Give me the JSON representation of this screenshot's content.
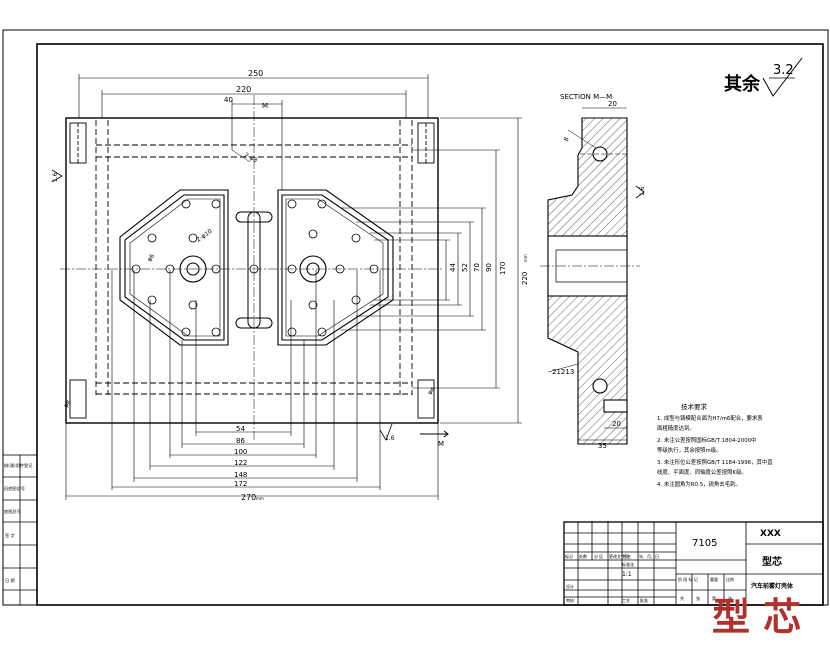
{
  "roughness": {
    "prefix": "其余",
    "value": "3.2"
  },
  "section_label": "SECTION M—M",
  "cut_marker": "M",
  "dims_top": {
    "d250": "250",
    "d220": "220",
    "d40": "40"
  },
  "dims_bottom": {
    "d54": "54",
    "d86": "86",
    "d100": "100",
    "d122": "122",
    "d148": "148",
    "d172": "172",
    "d270": "270",
    "unit": "mm"
  },
  "dims_right": {
    "d44": "44",
    "d52": "52",
    "d70": "70",
    "d90": "90",
    "d170": "170",
    "d220": "220",
    "unit": "mm"
  },
  "dims_section": {
    "d20_top": "20",
    "d20_bottom": "20",
    "d35": "35",
    "d8": "8",
    "d21213": "21213"
  },
  "hole_labels": {
    "h1": "2-φ8",
    "h2": "φ6",
    "h3": "2-φ10",
    "h4": "φ6",
    "h5": "φ6"
  },
  "rough_small": {
    "r16a": "1.6",
    "r16b": "1.6",
    "r16c": "1.6"
  },
  "notes": {
    "title": "技术要求",
    "lines": [
      "1. 成型与铸模配合面为H7/m6配合，要求表",
      "   面粗糙度达到。",
      "2. 未注公差按照国标GB/T 1804-2000中",
      "   等级执行，其余按照m级。",
      "3. 未注形位公差按照GB/T 1184-1996，其中直",
      "   线度、平面度、同轴度公差按照K级。",
      "4. 未注圆角为R0.5，锐角去毛刺。"
    ]
  },
  "left_strip": [
    "借(通)用件登记",
    "旧底图总号",
    "底图总号",
    "签 字",
    "日 期"
  ],
  "title_block": {
    "material": "7105",
    "company": "XXX",
    "part_name": "型芯",
    "project": "汽车前雾灯壳体",
    "row_labels": [
      "标记",
      "处数",
      "分 区",
      "更改文件号",
      "签名",
      "年、月、日"
    ],
    "sig_labels": [
      "设计",
      "标准化",
      "审核",
      "工艺",
      "批准"
    ],
    "stage_labels": [
      "阶 段 标 记",
      "重量",
      "比例"
    ],
    "sheet_labels": [
      "共",
      "张",
      "第",
      "张"
    ],
    "scale": "1:1"
  },
  "stamp": "型 芯"
}
